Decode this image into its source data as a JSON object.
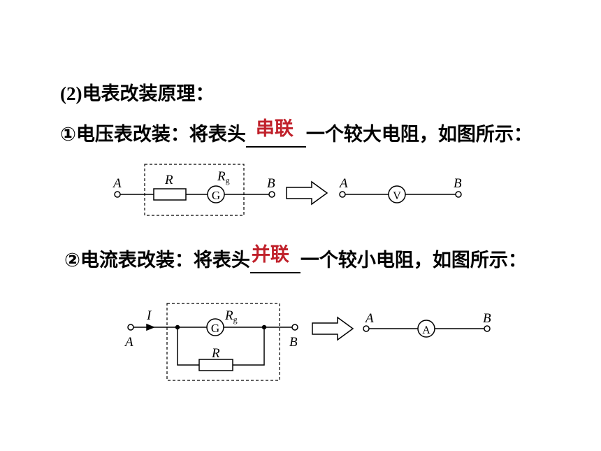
{
  "heading": {
    "number": "(2)",
    "text": "电表改装原理："
  },
  "voltmeter_line": {
    "marker": "①",
    "prefix": "电压表改装：将表头",
    "answer": "串联",
    "suffix": "一个较大电阻，如图所示："
  },
  "ammeter_line": {
    "marker": "②",
    "prefix": "电流表改装：将表头",
    "answer": "并联",
    "suffix": "一个较小电阻，如图所示："
  },
  "diagram1": {
    "label_a": "A",
    "label_b": "B",
    "resistor": "R",
    "galvanometer": "G",
    "rg": "R",
    "rg_sub": "g",
    "result_a": "A",
    "result_b": "B",
    "result_meter": "V"
  },
  "diagram2": {
    "label_i": "I",
    "label_a": "A",
    "label_b": "B",
    "resistor": "R",
    "galvanometer": "G",
    "rg": "R",
    "rg_sub": "g",
    "result_a": "A",
    "result_b": "B",
    "result_meter": "A"
  },
  "colors": {
    "answer": "#c0202a"
  }
}
